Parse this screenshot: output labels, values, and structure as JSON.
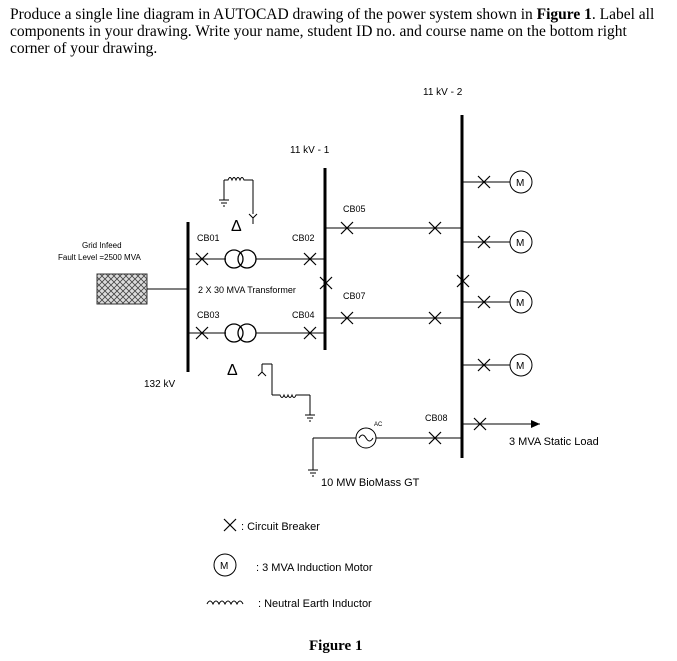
{
  "instructions": {
    "line1_a": "Produce a single line diagram in AUTOCAD drawing of the power system shown in ",
    "line1_fig": "Figure 1",
    "line1_b": ". Label all components in your drawing. Write your name, student ID no. and course name on the bottom right corner of your drawing."
  },
  "diagram": {
    "bus_11kv_2": "11 kV - 2",
    "bus_11kv_1": "11 kV - 1",
    "bus_132kv": "132 kV",
    "grid_infeed": "Grid Infeed",
    "fault_level": "Fault Level =2500 MVA",
    "cb01": "CB01",
    "cb02": "CB02",
    "cb03": "CB03",
    "cb04": "CB04",
    "cb05": "CB05",
    "cb07": "CB07",
    "cb08": "CB08",
    "transformer_label": "2 X 30 MVA Transformer",
    "generator_label": "10 MW BioMass GT",
    "ac_label": "AC",
    "static_load": "3 MVA Static Load",
    "motor_symbol": "M",
    "delta_symbol": "Δ"
  },
  "legend": {
    "circuit_breaker": ": Circuit Breaker",
    "induction_motor": ": 3 MVA Induction Motor",
    "neutral_inductor": ": Neutral Earth Inductor"
  },
  "caption": "Figure 1"
}
